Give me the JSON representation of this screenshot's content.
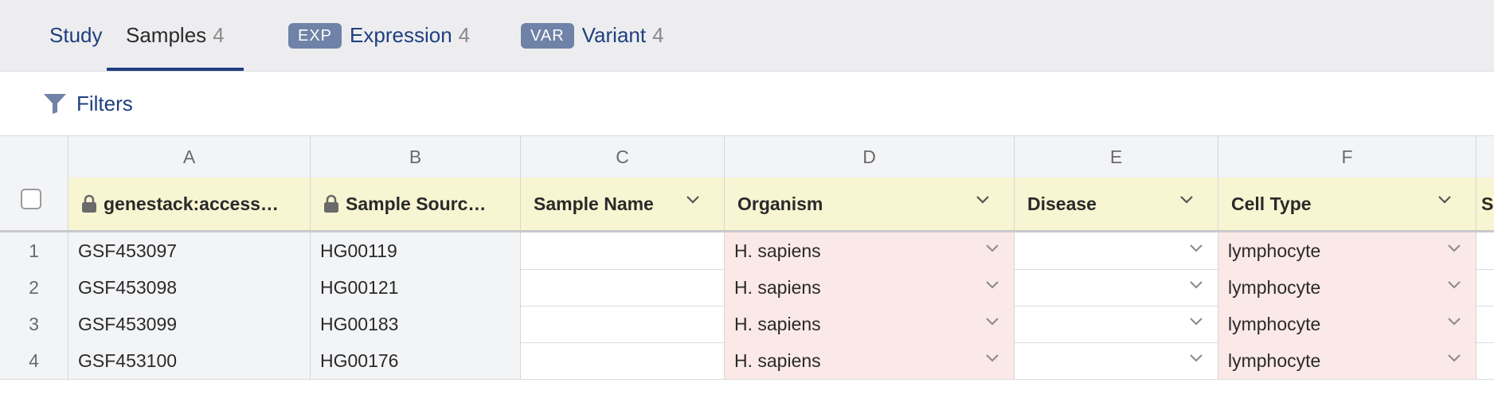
{
  "tabs": [
    {
      "label": "Study",
      "count": ""
    },
    {
      "label": "Samples",
      "count": "4"
    },
    {
      "badge": "EXP",
      "label": "Expression",
      "count": "4"
    },
    {
      "badge": "VAR",
      "label": "Variant",
      "count": "4"
    }
  ],
  "filters": {
    "label": "Filters"
  },
  "grid": {
    "column_letters": [
      "A",
      "B",
      "C",
      "D",
      "E",
      "F"
    ],
    "headers": [
      "genestack:access…",
      "Sample Sourc…",
      "Sample Name",
      "Organism",
      "Disease",
      "Cell Type",
      "S"
    ],
    "rows": [
      {
        "n": "1",
        "accession": "GSF453097",
        "source": "HG00119",
        "name": "",
        "organism": "H. sapiens",
        "disease": "",
        "cell_type": "lymphocyte"
      },
      {
        "n": "2",
        "accession": "GSF453098",
        "source": "HG00121",
        "name": "",
        "organism": "H. sapiens",
        "disease": "",
        "cell_type": "lymphocyte"
      },
      {
        "n": "3",
        "accession": "GSF453099",
        "source": "HG00183",
        "name": "",
        "organism": "H. sapiens",
        "disease": "",
        "cell_type": "lymphocyte"
      },
      {
        "n": "4",
        "accession": "GSF453100",
        "source": "HG00176",
        "name": "",
        "organism": "H. sapiens",
        "disease": "",
        "cell_type": "lymphocyte"
      }
    ]
  },
  "colors": {
    "accent": "#1f3f7f",
    "header_bg": "#f8f5d2",
    "required_bg": "#fbe9e7",
    "badge": "#6f82a8"
  },
  "icons": {
    "filter": "filter-icon",
    "lock": "lock-icon",
    "dropdown": "chevron-down-icon",
    "select_all": "checkbox-icon"
  }
}
